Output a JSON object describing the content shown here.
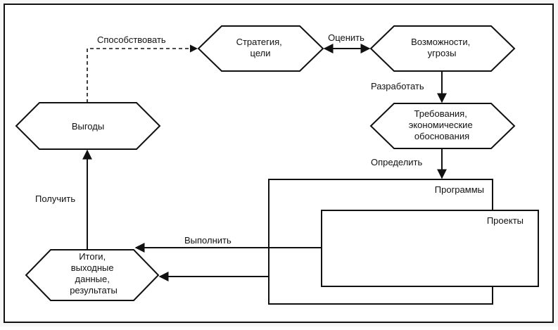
{
  "nodes": {
    "strategy": {
      "lines": [
        "Стратегия,",
        "цели"
      ]
    },
    "opportunities": {
      "lines": [
        "Возможности,",
        "угрозы"
      ]
    },
    "requirements": {
      "lines": [
        "Требования,",
        "экономические",
        "обоснования"
      ]
    },
    "benefits": {
      "lines": [
        "Выгоды"
      ]
    },
    "outputs": {
      "lines": [
        "Итоги,",
        "выходные",
        "данные,",
        "результаты"
      ]
    },
    "programs": {
      "label": "Программы"
    },
    "projects": {
      "label": "Проекты"
    }
  },
  "edges": {
    "contribute": "Способствовать",
    "evaluate": "Оценить",
    "develop": "Разработать",
    "define": "Определить",
    "obtain": "Получить",
    "execute": "Выполнить"
  }
}
